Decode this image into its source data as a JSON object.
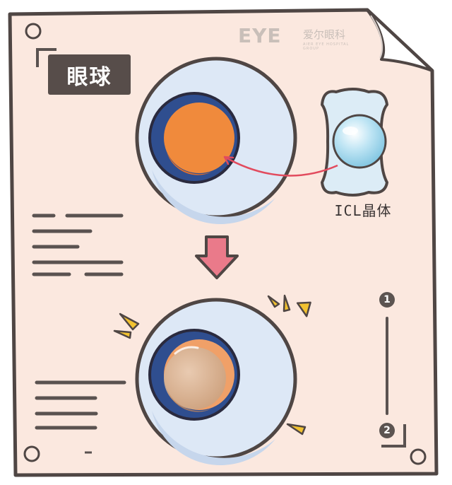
{
  "title": "眼球",
  "logo": {
    "mark": "EYE",
    "name_cn": "爱尔眼科",
    "tagline": "AIER EYE HOSPITAL GROUP"
  },
  "lens_label": "ICL晶体",
  "steps": [
    "1",
    "2"
  ],
  "colors": {
    "paper": "#fbe8df",
    "outline": "#4f4644",
    "eye_white": "#dde8f6",
    "iris_ring": "#2f4e8f",
    "pupil_before": "#f08a3c",
    "lens": "#cfe6f5",
    "arrow": "#e5687a",
    "sparkle": "#f2c230"
  }
}
